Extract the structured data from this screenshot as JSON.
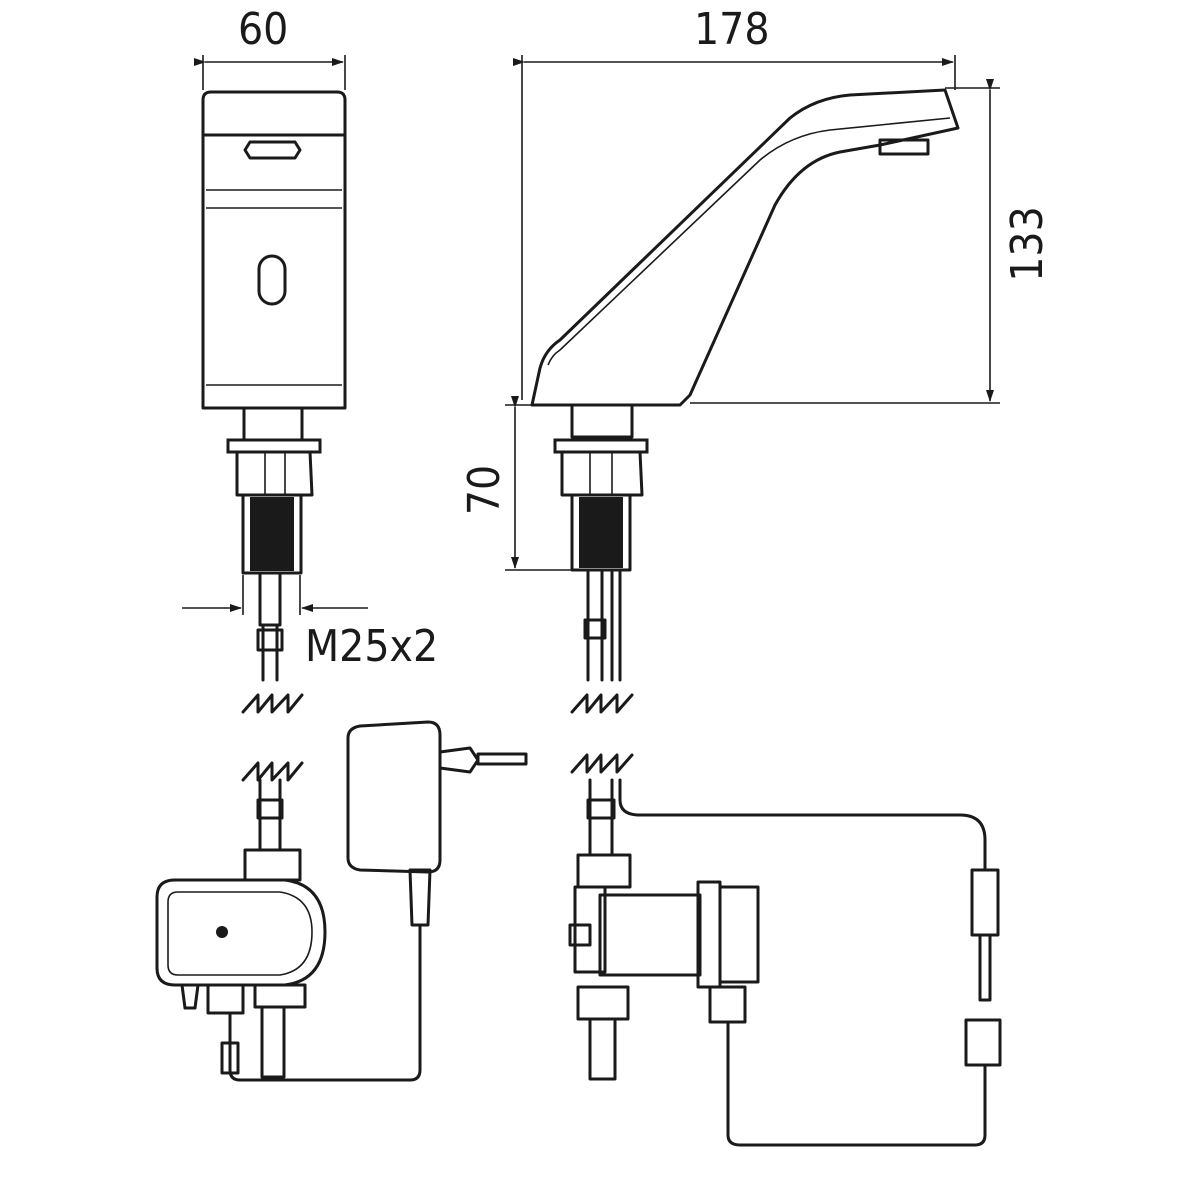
{
  "dimensions": {
    "width_front": "60",
    "length_side": "178",
    "height": "133",
    "shank_length": "70",
    "thread": "M25x2"
  },
  "colors": {
    "line": "#1a1a1a",
    "background": "#ffffff"
  }
}
